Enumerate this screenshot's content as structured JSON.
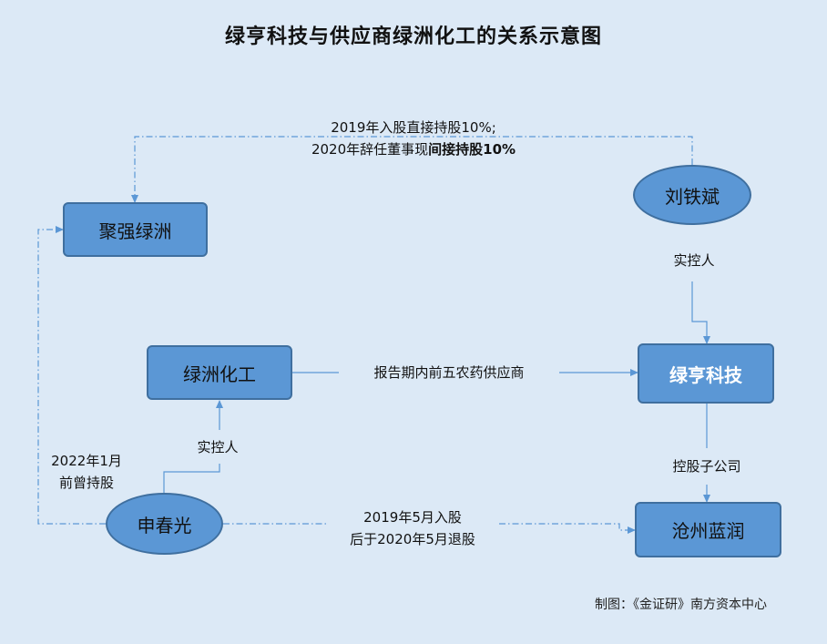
{
  "title": "绿亨科技与供应商绿洲化工的关系示意图",
  "nodes": {
    "juqiang": "聚强绿洲",
    "liutiebin": "刘铁斌",
    "lvzhou_chem": "绿洲化工",
    "lvheng": "绿亨科技",
    "shenchunguang": "申春光",
    "cangzhou": "沧州蓝润"
  },
  "edges": {
    "liu_to_juqiang_line1": "2019年入股直接持股10%;",
    "liu_to_juqiang_line2a": "2020年辞任董事现",
    "liu_to_juqiang_line2b": "间接持股10%",
    "liu_to_lvheng": "实控人",
    "lvzhou_to_lvheng": "报告期内前五农药供应商",
    "shen_to_lvzhou": "实控人",
    "shen_to_juqiang_line1": "2022年1月",
    "shen_to_juqiang_line2": "前曾持股",
    "lvheng_to_cangzhou": "控股子公司",
    "shen_to_cangzhou_line1": "2019年5月入股",
    "shen_to_cangzhou_line2": "后于2020年5月退股"
  },
  "credit": "制图：《金证研》南方资本中心",
  "colors": {
    "background": "#dce9f6",
    "node_fill": "#5b97d5",
    "node_border": "#3f6f9f",
    "connector": "#5b97d5"
  }
}
